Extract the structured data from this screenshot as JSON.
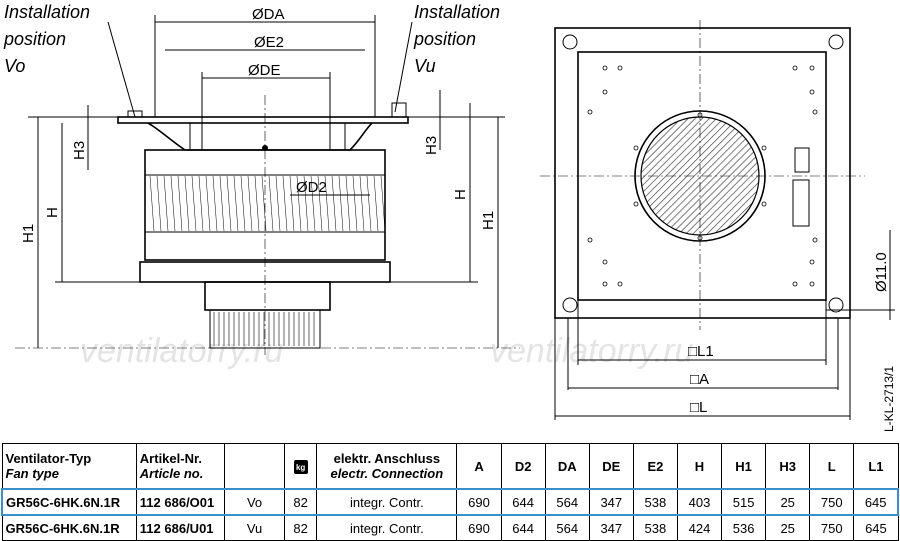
{
  "labels": {
    "install_vo": [
      "Installation",
      "position",
      "Vo"
    ],
    "install_vu": [
      "Installation",
      "position",
      "Vu"
    ],
    "dims": {
      "DA": "ØDA",
      "E2": "ØE2",
      "DE": "ØDE",
      "D2": "ØD2",
      "H1": "H1",
      "H": "H",
      "H3": "H3",
      "hole": "Ø11.0",
      "L1": "□L1",
      "A": "□A",
      "L": "□L"
    },
    "drawing_no": "L-KL-2713/1",
    "watermark": "ventilatorry.ru"
  },
  "table": {
    "col1": [
      "Ventilator-Typ",
      "Fan type"
    ],
    "col2": [
      "Artikel-Nr.",
      "Article no."
    ],
    "weight_icon": "kg",
    "col5": [
      "elektr. Anschluss",
      "electr. Connection"
    ],
    "dims": [
      "A",
      "D2",
      "DA",
      "DE",
      "E2",
      "H",
      "H1",
      "H3",
      "L",
      "L1"
    ],
    "rows": [
      {
        "type": "GR56C-6HK.6N.1R",
        "article": "112 686/O01",
        "pos": "Vo",
        "weight": "82",
        "conn": "integr. Contr.",
        "vals": [
          "690",
          "644",
          "564",
          "347",
          "538",
          "403",
          "515",
          "25",
          "750",
          "645"
        ]
      },
      {
        "type": "GR56C-6HK.6N.1R",
        "article": "112 686/U01",
        "pos": "Vu",
        "weight": "82",
        "conn": "integr. Contr.",
        "vals": [
          "690",
          "644",
          "564",
          "347",
          "538",
          "424",
          "536",
          "25",
          "750",
          "645"
        ]
      }
    ]
  }
}
